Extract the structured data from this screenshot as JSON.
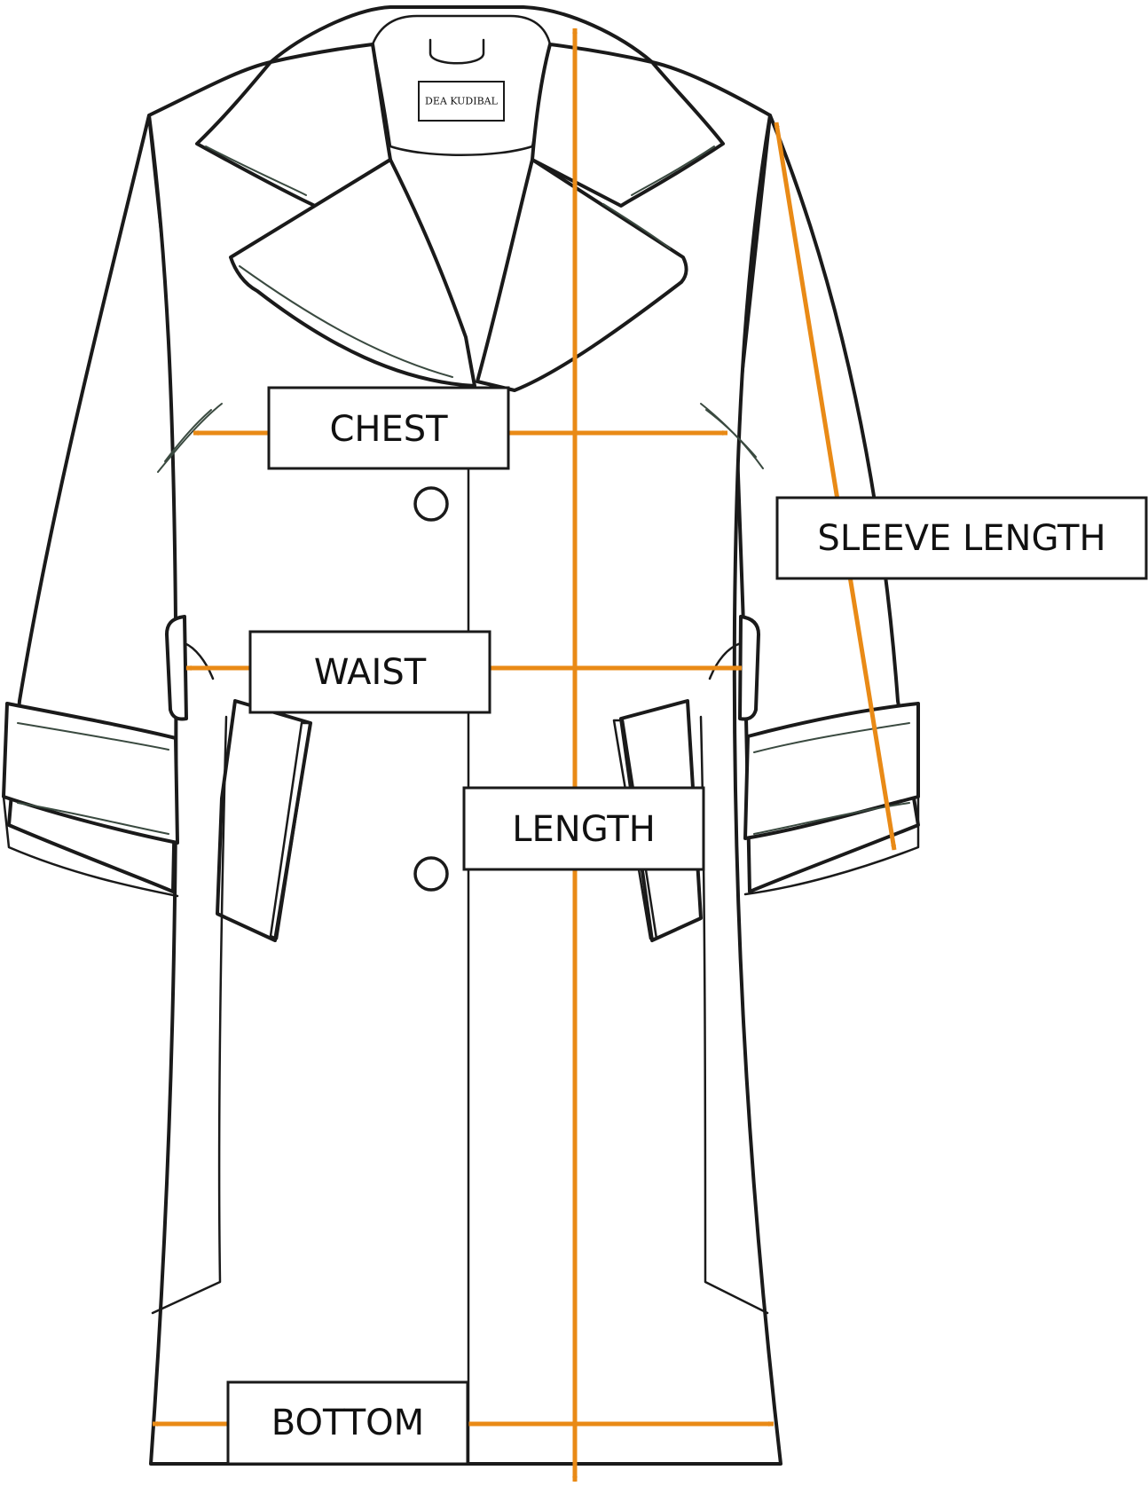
{
  "brand": "DEA KUDIBAL",
  "accent_color": "#e98a16",
  "measurements": {
    "chest": "CHEST",
    "waist": "WAIST",
    "length": "LENGTH",
    "sleeve_length": "SLEEVE LENGTH",
    "bottom": "BOTTOM"
  }
}
